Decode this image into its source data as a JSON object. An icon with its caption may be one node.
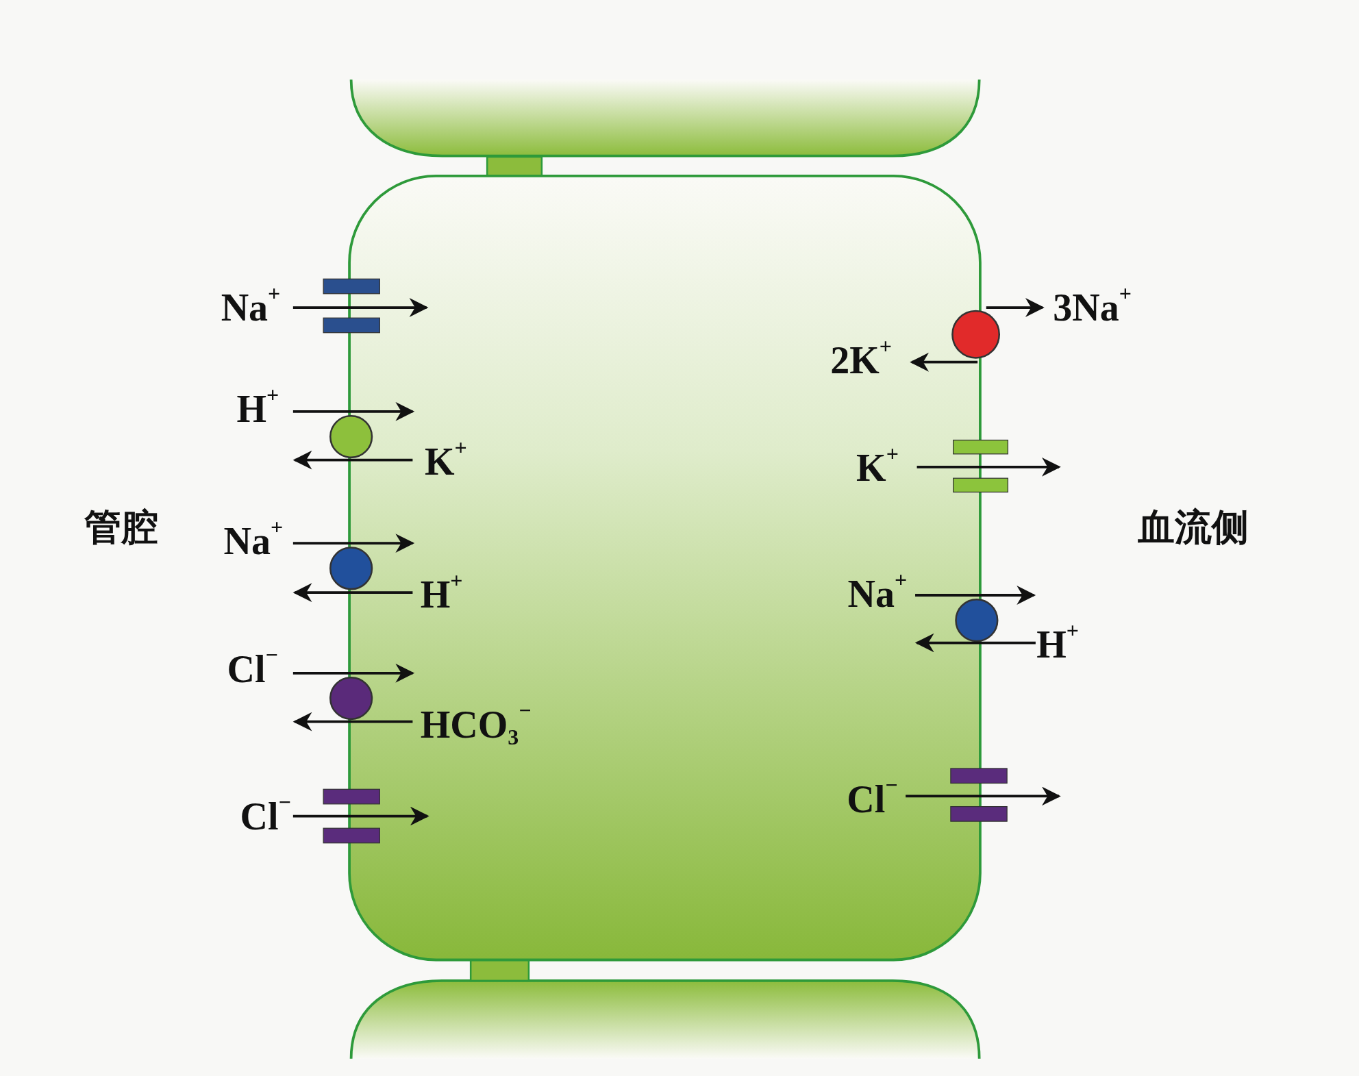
{
  "diagram": {
    "labels": [
      "Na$^{+}$",
      "3Na$^{+}$",
      "2K$^{+}$",
      "H$^{+}$",
      "K$^{+}$",
      "K$^{+}$",
      "管腔",
      "血流侧",
      "Na$^{+}$",
      "Na$^{+}$",
      "H$^{+}$",
      "H$^{+}$",
      "Cl$^{−}$",
      "HCO$_{3}$$^{−}$",
      "Cl$^{−}$",
      "Cl$^{−}$"
    ]
  }
}
